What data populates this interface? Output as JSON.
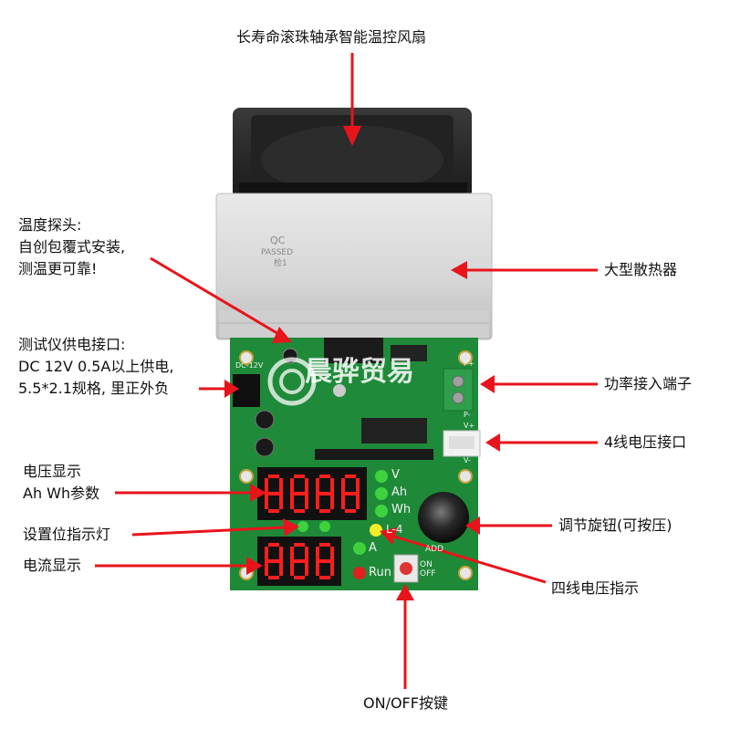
{
  "labels": {
    "fan": "长寿命滚珠轴承智能温控风扇",
    "temp_probe": [
      "温度探头:",
      "自创包覆式安装,",
      "测温更可靠!"
    ],
    "heatsink": "大型散热器",
    "power_input": [
      "测试仪供电接口:",
      "DC 12V 0.5A以上供电,",
      "5.5*2.1规格, 里正外负"
    ],
    "power_terminal": "功率接入端子",
    "four_wire_port": "4线电压接口",
    "voltage_display": [
      "电压显示",
      "Ah Wh参数"
    ],
    "position_led": "设置位指示灯",
    "current_display": "电流显示",
    "knob": "调节旋钮(可按压)",
    "four_wire_indicator": "四线电压指示",
    "onoff_key": "ON/OFF按键"
  },
  "board_text": {
    "qc": "QC",
    "passed": "PASSED",
    "inspector": "检1",
    "led_v": "V",
    "led_ah": "Ah",
    "led_wh": "Wh",
    "led_a": "A",
    "led_run": "Run",
    "led_l4": "L-4",
    "onoff": "ON OFF",
    "dc12": "DC-12V",
    "pplus": "P+",
    "pminus": "P-",
    "vplus": "V+",
    "vminus": "V-",
    "add": "ADD"
  },
  "watermark": "晨骅贸易",
  "colors": {
    "arrow": "#e8141b",
    "pcb": "#1f8a3a",
    "segment": "#ff1e1e",
    "led_green": "#3fd23f",
    "led_yellow": "#f4ec2a",
    "led_red": "#e02020"
  }
}
